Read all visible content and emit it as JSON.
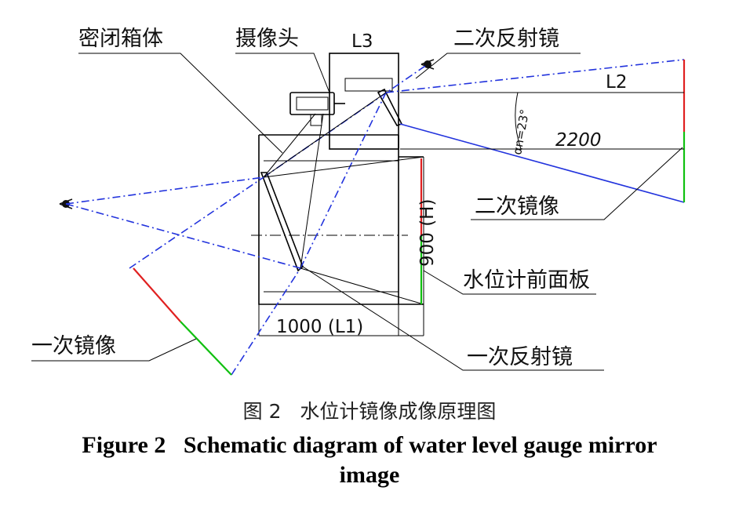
{
  "labels": {
    "enclosure": "密闭箱体",
    "camera": "摄像头",
    "l3": "L3",
    "secondary_mirror": "二次反射镜",
    "l2": "L2",
    "angle": "αn=23°",
    "dist_2200": "2200",
    "secondary_image": "二次镜像",
    "height_900": "900 (H)",
    "front_panel": "水位计前面板",
    "width_1000": "1000 (L1)",
    "primary_mirror": "一次反射镜",
    "primary_image": "一次镜像"
  },
  "caption": {
    "zh": "图 2   水位计镜像成像原理图",
    "en_line1": "Figure 2   Schematic diagram of water level gauge mirror",
    "en_line2": "image"
  },
  "colors": {
    "lines": "#000000",
    "rays": "#2233dd",
    "gauge_red": "#e02020",
    "gauge_green": "#10c010"
  }
}
